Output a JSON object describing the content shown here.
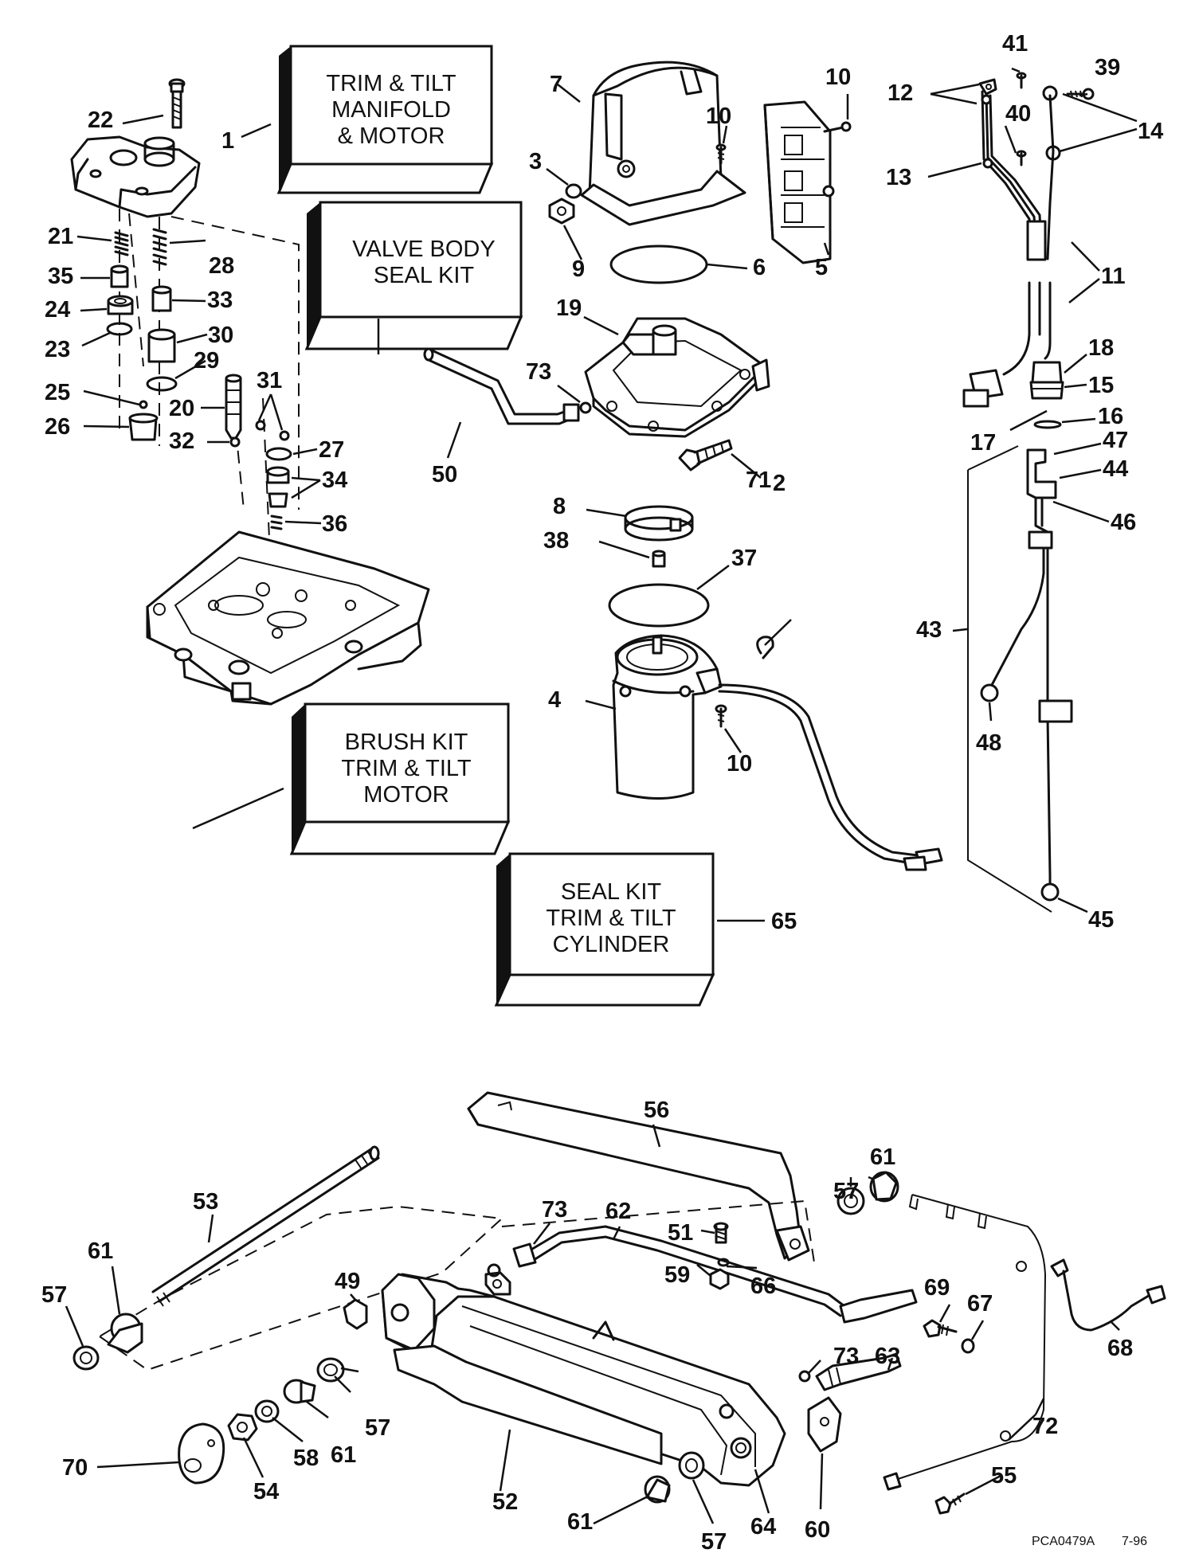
{
  "kits": {
    "k1": {
      "lines": [
        "TRIM & TILT",
        "MANIFOLD",
        "& MOTOR"
      ]
    },
    "k74": {
      "lines": [
        "VALVE BODY",
        "SEAL KIT"
      ]
    },
    "k75": {
      "lines": [
        "BRUSH KIT",
        "TRIM & TILT",
        "MOTOR"
      ]
    },
    "k65": {
      "lines": [
        "SEAL KIT",
        "TRIM & TILT",
        "CYLINDER"
      ]
    }
  },
  "labels": {
    "n1": "1",
    "n2": "2",
    "n3": "3",
    "n4": "4",
    "n5": "5",
    "n6": "6",
    "n7": "7",
    "n8": "8",
    "n9": "9",
    "n10a": "10",
    "n10b": "10",
    "n10c": "10",
    "n11": "11",
    "n12": "12",
    "n13": "13",
    "n14": "14",
    "n15": "15",
    "n16": "16",
    "n17": "17",
    "n18": "18",
    "n19": "19",
    "n20": "20",
    "n21": "21",
    "n22": "22",
    "n23": "23",
    "n24": "24",
    "n25": "25",
    "n26": "26",
    "n27": "27",
    "n28": "28",
    "n29": "29",
    "n30": "30",
    "n31": "31",
    "n32": "32",
    "n33": "33",
    "n34": "34",
    "n35": "35",
    "n36": "36",
    "n37": "37",
    "n38": "38",
    "n39": "39",
    "n40": "40",
    "n41": "41",
    "n43": "43",
    "n44": "44",
    "n45": "45",
    "n46": "46",
    "n47": "47",
    "n48": "48",
    "n49": "49",
    "n50": "50",
    "n51": "51",
    "n52": "52",
    "n53": "53",
    "n54": "54",
    "n55": "55",
    "n56": "56",
    "n57a": "57",
    "n57b": "57",
    "n57c": "57",
    "n57d": "57",
    "n58": "58",
    "n59": "59",
    "n60": "60",
    "n61a": "61",
    "n61b": "61",
    "n61c": "61",
    "n61d": "61",
    "n62": "62",
    "n63": "63",
    "n64": "64",
    "n65": "65",
    "n66": "66",
    "n67": "67",
    "n68": "68",
    "n69": "69",
    "n70": "70",
    "n71": "71",
    "n72": "72",
    "n73a": "73",
    "n73b": "73",
    "n73c": "73"
  },
  "footer": {
    "code": "PCA0479A",
    "date": "7-96"
  }
}
